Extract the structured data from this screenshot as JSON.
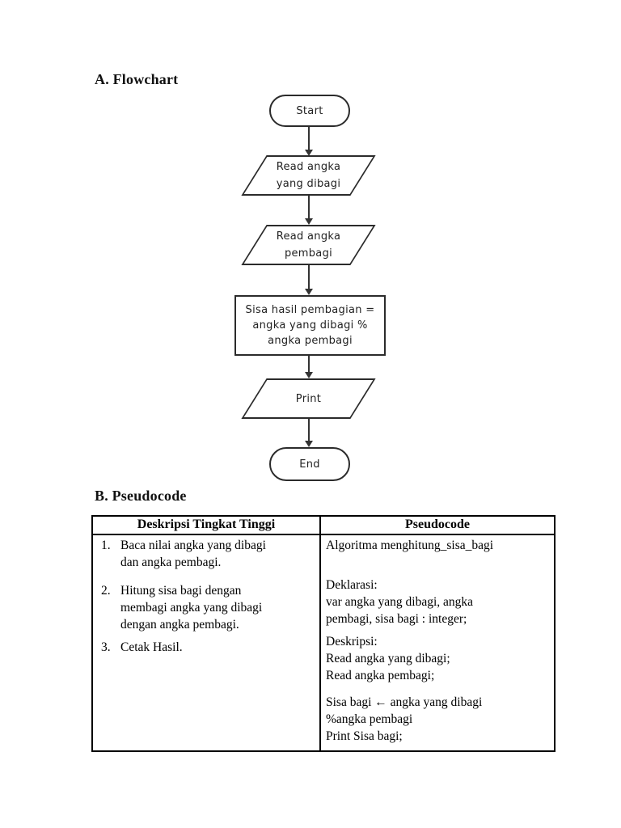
{
  "page": {
    "section_a": "A. Flowchart",
    "section_b": "B. Pseudocode"
  },
  "flowchart": {
    "nodes": {
      "start": "Start",
      "read_dibagi": [
        "Read angka",
        "yang dibagi"
      ],
      "read_pembagi": [
        "Read angka",
        "pembagi"
      ],
      "process": [
        "Sisa hasil pembagian =",
        "angka yang dibagi %",
        "angka pembagi"
      ],
      "print": "Print",
      "end": "End"
    }
  },
  "table": {
    "headers": [
      "Deskripsi Tingkat Tinggi",
      "Pseudocode"
    ],
    "deskripsi_items": [
      {
        "num": "1.",
        "lines": [
          "Baca nilai angka yang dibagi",
          "dan angka pembagi."
        ]
      },
      {
        "num": "2.",
        "lines": [
          "Hitung sisa bagi dengan",
          "membagi angka yang dibagi",
          "dengan angka pembagi."
        ]
      },
      {
        "num": "3.",
        "lines": [
          "Cetak Hasil."
        ]
      }
    ],
    "pseudocode_paragraphs": {
      "p1": [
        "Algoritma menghitung_sisa_bagi"
      ],
      "p2": [
        "Deklarasi:",
        "var angka yang dibagi, angka",
        "pembagi, sisa bagi : integer;"
      ],
      "p3": [
        "Deskripsi:",
        "Read angka yang dibagi;",
        "Read angka pembagi;"
      ],
      "p4": [
        "Sisa bagi ← angka yang dibagi",
        "%angka pembagi",
        "Print Sisa bagi;"
      ]
    }
  },
  "colors": {
    "shape_border": "#2b2b2b",
    "arrow": "#333333",
    "text": "#000000"
  }
}
